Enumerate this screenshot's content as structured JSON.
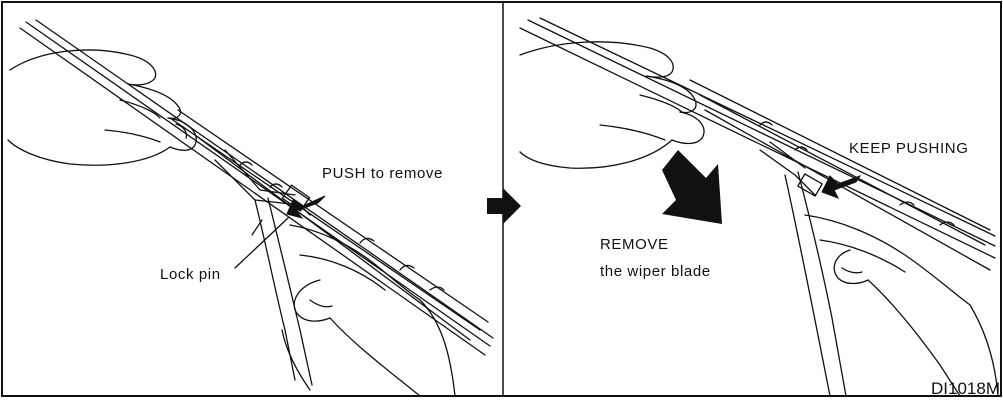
{
  "panels": {
    "left": {
      "push_label": "PUSH to remove",
      "lock_pin_label": "Lock pin"
    },
    "right": {
      "keep_pushing_label": "KEEP PUSHING",
      "remove_label_line1": "REMOVE",
      "remove_label_line2": "the wiper blade"
    }
  },
  "figure_code": "DI1018M",
  "colors": {
    "ink": "#111111",
    "background": "#ffffff"
  },
  "icons": {
    "between_panels": "arrow-right-icon",
    "push_direction": "push-arrow-icon",
    "remove_direction": "remove-arrow-icon"
  }
}
